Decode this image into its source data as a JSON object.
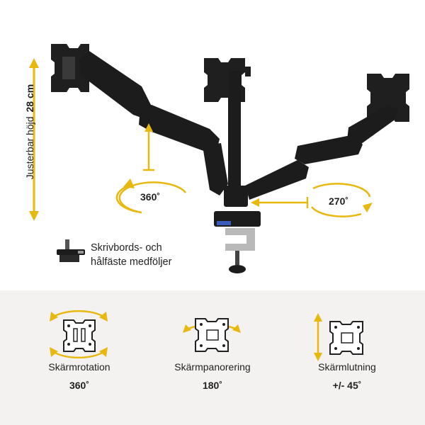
{
  "height_label": {
    "text": "Justerbar höjd",
    "value": "28 cm"
  },
  "rotation_left": "360˚",
  "rotation_right": "270˚",
  "clamp_note": {
    "line1": "Skrivbords- och",
    "line2": "hålfäste medföljer"
  },
  "features": [
    {
      "title": "Skärmrotation",
      "value": "360˚"
    },
    {
      "title": "Skärmpanorering",
      "value": "180˚"
    },
    {
      "title": "Skärmlutning",
      "value": "+/- 45˚"
    }
  ],
  "colors": {
    "accent": "#e8b80f",
    "arm": "#1c1c1c",
    "bottom_bg": "#f3f2f0",
    "plate": "#2a2a2a"
  }
}
